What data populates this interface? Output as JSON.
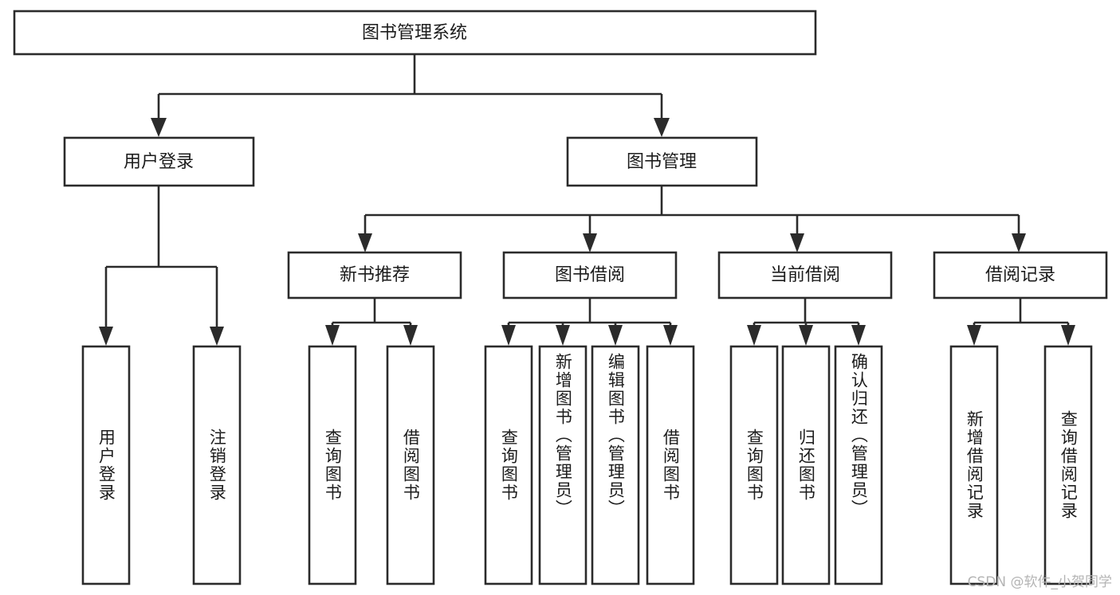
{
  "diagram": {
    "type": "tree",
    "title": "图书管理系统",
    "watermark": "CSDN @软件_小贺同学",
    "root": {
      "label": "图书管理系统"
    },
    "level2": [
      {
        "label": "用户登录"
      },
      {
        "label": "图书管理"
      }
    ],
    "level3": [
      {
        "label": "新书推荐"
      },
      {
        "label": "图书借阅"
      },
      {
        "label": "当前借阅"
      },
      {
        "label": "借阅记录"
      }
    ],
    "leaves": {
      "user_login": [
        {
          "label": "用户登录"
        },
        {
          "label": "注销登录"
        }
      ],
      "new_book_recommend": [
        {
          "label": "查询图书"
        },
        {
          "label": "借阅图书"
        }
      ],
      "book_borrow": [
        {
          "label": "查询图书"
        },
        {
          "label": "新增图书（管理员）"
        },
        {
          "label": "编辑图书（管理员）"
        },
        {
          "label": "借阅图书"
        }
      ],
      "current_borrow": [
        {
          "label": "查询图书"
        },
        {
          "label": "归还图书"
        },
        {
          "label": "确认归还（管理员）"
        }
      ],
      "borrow_record": [
        {
          "label": "新增借阅记录"
        },
        {
          "label": "查询借阅记录"
        }
      ]
    },
    "colors": {
      "box_stroke": "#2b2b2b",
      "box_fill": "#ffffff",
      "text": "#1c1c1c",
      "watermark": "#b4b4b4"
    }
  }
}
